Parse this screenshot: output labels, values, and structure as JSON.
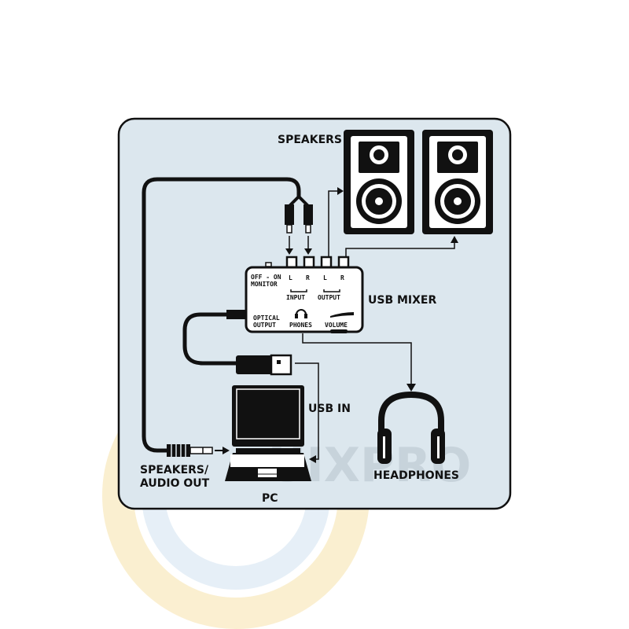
{
  "diagram": {
    "labels": {
      "speakers": "SPEAKERS",
      "usb_mixer": "USB MIXER",
      "usb_in": "USB IN",
      "pc": "PC",
      "headphones": "HEADPHONES",
      "audio_out_line1": "SPEAKERS/",
      "audio_out_line2": "AUDIO OUT"
    },
    "mixer_panel": {
      "monitor_line1": "OFF - ON",
      "monitor_line2": "MONITOR",
      "input_l": "L",
      "input_r": "R",
      "output_l": "L",
      "output_r": "R",
      "input": "INPUT",
      "output": "OUTPUT",
      "optical_line1": "OPTICAL",
      "optical_line2": "OUTPUT",
      "phones": "PHONES",
      "volume": "VOLUME"
    },
    "watermark": "UIXPRO",
    "colors": {
      "panel": "#dce7ee",
      "ink": "#111111"
    }
  }
}
